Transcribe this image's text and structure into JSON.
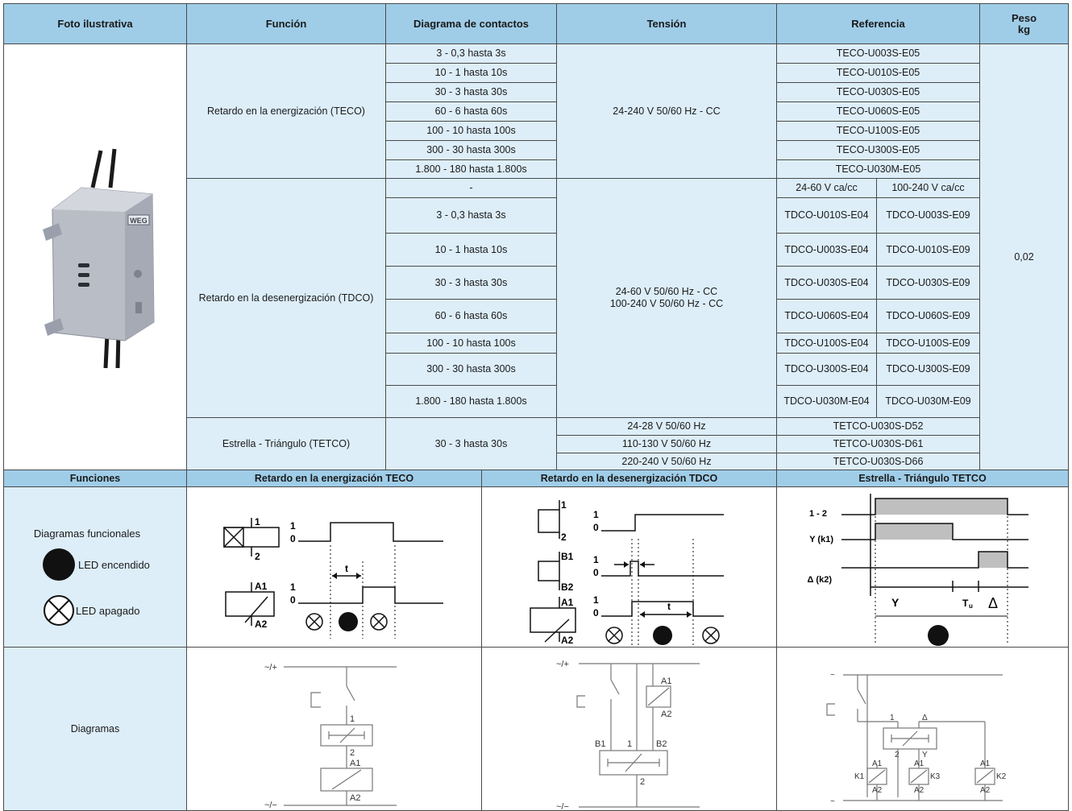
{
  "header": {
    "foto": "Foto ilustrativa",
    "funcion": "Función",
    "diagrama": "Diagrama de contactos",
    "tension": "Tensión",
    "referencia": "Referencia",
    "peso": "Peso\nkg"
  },
  "device": {
    "logo": "WEG"
  },
  "teco": {
    "function": "Retardo en la energización (TECO)",
    "tension": "24-240 V 50/60 Hz - CC",
    "rows": [
      {
        "range": "3 - 0,3 hasta 3s",
        "ref": "TECO-U003S-E05"
      },
      {
        "range": "10 - 1 hasta 10s",
        "ref": "TECO-U010S-E05"
      },
      {
        "range": "30 - 3 hasta 30s",
        "ref": "TECO-U030S-E05"
      },
      {
        "range": "60 - 6 hasta 60s",
        "ref": "TECO-U060S-E05"
      },
      {
        "range": "100 - 10 hasta 100s",
        "ref": "TECO-U100S-E05"
      },
      {
        "range": "300 - 30 hasta 300s",
        "ref": "TECO-U300S-E05"
      },
      {
        "range": "1.800 - 180 hasta 1.800s",
        "ref": "TECO-U030M-E05"
      }
    ]
  },
  "tdco": {
    "function": "Retardo en la desenergización (TDCO)",
    "tension": "24-60 V 50/60 Hz - CC\n100-240 V 50/60 Hz - CC",
    "sub_header": {
      "range": "-",
      "ref1": "24-60 V ca/cc",
      "ref2": "100-240 V ca/cc"
    },
    "rows": [
      {
        "range": "3 - 0,3 hasta 3s",
        "ref1": "TDCO-U010S-E04",
        "ref2": "TDCO-U003S-E09"
      },
      {
        "range": "10 - 1 hasta 10s",
        "ref1": "TDCO-U003S-E04",
        "ref2": "TDCO-U010S-E09"
      },
      {
        "range": "30 - 3 hasta 30s",
        "ref1": "TDCO-U030S-E04",
        "ref2": "TDCO-U030S-E09"
      },
      {
        "range": "60 - 6 hasta 60s",
        "ref1": "TDCO-U060S-E04",
        "ref2": "TDCO-U060S-E09"
      },
      {
        "range": "100 - 10 hasta 100s",
        "ref1": "TDCO-U100S-E04",
        "ref2": "TDCO-U100S-E09"
      },
      {
        "range": "300 - 30 hasta 300s",
        "ref1": "TDCO-U300S-E04",
        "ref2": "TDCO-U300S-E09"
      },
      {
        "range": "1.800 - 180 hasta 1.800s",
        "ref1": "TDCO-U030M-E04",
        "ref2": "TDCO-U030M-E09"
      }
    ]
  },
  "tetco": {
    "function": "Estrella - Triángulo (TETCO)",
    "range": "30 - 3 hasta 30s",
    "rows": [
      {
        "tension": "24-28 V 50/60 Hz",
        "ref": "TETCO-U030S-D52"
      },
      {
        "tension": "110-130 V 50/60 Hz",
        "ref": "TETCO-U030S-D61"
      },
      {
        "tension": "220-240 V 50/60 Hz",
        "ref": "TETCO-U030S-D66"
      }
    ]
  },
  "peso": "0,02",
  "bottom_header": {
    "funciones": "Funciones",
    "teco": "Retardo en la energización TECO",
    "tdco": "Retardo en la desenergización TDCO",
    "tetco": "Estrella - Triángulo TETCO"
  },
  "legend": {
    "title": "Diagramas funcionales",
    "led_on": "LED encendido",
    "led_off": "LED apagado"
  },
  "diagramas_label": "Diagramas",
  "timing": {
    "one": "1",
    "zero": "0",
    "two": "2",
    "a1": "A1",
    "a2": "A2",
    "b1": "B1",
    "b2": "B2",
    "t": "t",
    "tetco_12": "1 - 2",
    "tetco_y": "Y (k1)",
    "tetco_delta": "Δ (k2)",
    "tetco_y_mark": "Y",
    "tetco_tu": "T",
    "tetco_tu_sub": "u",
    "tetco_delta_mark": "Δ"
  },
  "schematic": {
    "supply_top": "~/+",
    "supply_bottom": "~/−",
    "tilde": "~",
    "one": "1",
    "two": "2",
    "a1": "A1",
    "a2": "A2",
    "b1": "B1",
    "b2": "B2",
    "delta": "Δ",
    "y": "Y",
    "k1": "K1",
    "k2": "K2",
    "k3": "K3"
  },
  "colors": {
    "header_bg": "#9fcde8",
    "body_bg": "#ddeef9",
    "border": "#4a4a4a",
    "shade": "#bfbfbf"
  }
}
